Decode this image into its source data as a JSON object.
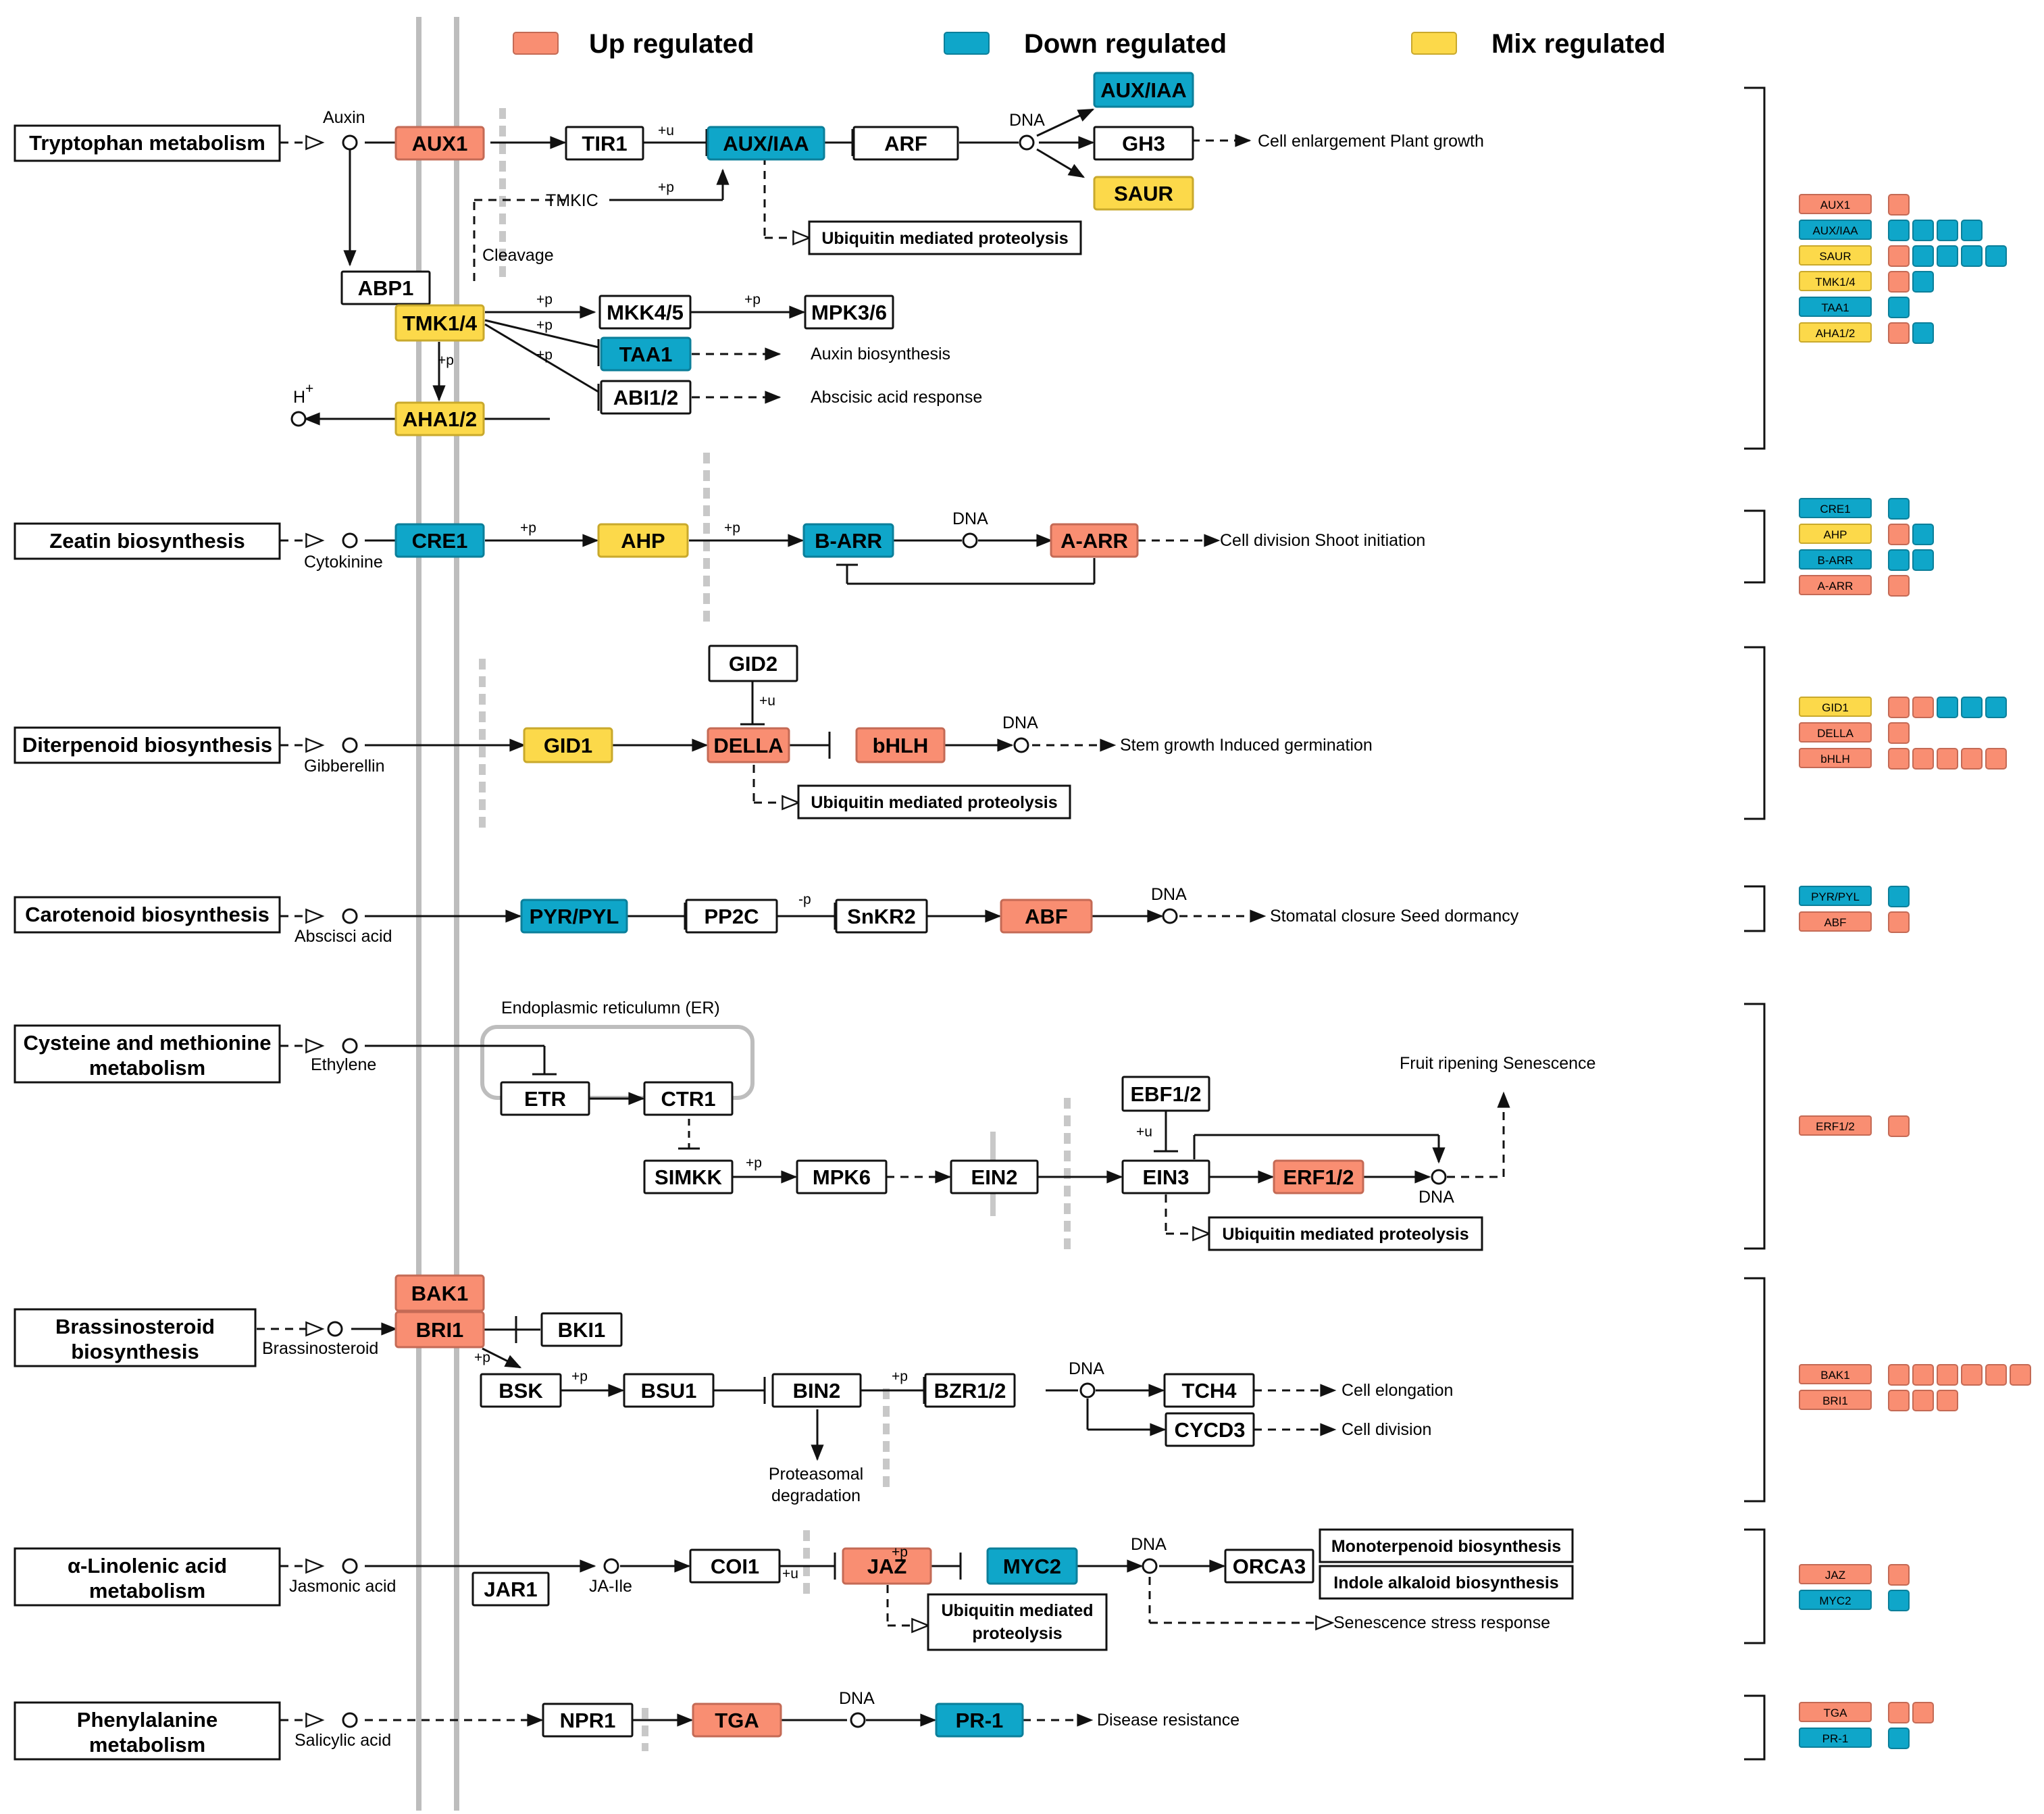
{
  "colors": {
    "up": "#f98e72",
    "down": "#0fa6c9",
    "mix": "#fcd94a",
    "plain": "#ffffff",
    "membrane": "#bdbdbd",
    "stroke": "#111111"
  },
  "legend": {
    "up": "Up regulated",
    "down": "Down regulated",
    "mix": "Mix regulated"
  },
  "pathways": {
    "tryptophan": "Tryptophan metabolism",
    "zeatin": "Zeatin biosynthesis",
    "diterpenoid": "Diterpenoid biosynthesis",
    "carotenoid": "Carotenoid biosynthesis",
    "cysteine_1": "Cysteine and methionine",
    "cysteine_2": "metabolism",
    "brassino_1": "Brassinosteroid",
    "brassino_2": "biosynthesis",
    "linolenic_1": "α-Linolenic acid",
    "linolenic_2": "metabolism",
    "phenyl_1": "Phenylalanine",
    "phenyl_2": "metabolism"
  },
  "nodes": {
    "aux1": "AUX1",
    "tir1": "TIR1",
    "auxiaa": "AUX/IAA",
    "arf": "ARF",
    "auxiaa2": "AUX/IAA",
    "gh3": "GH3",
    "saur": "SAUR",
    "abp1": "ABP1",
    "tmk14": "TMK1/4",
    "mkk45": "MKK4/5",
    "mpk36": "MPK3/6",
    "taa1": "TAA1",
    "abi12": "ABI1/2",
    "aha12": "AHA1/2",
    "cre1": "CRE1",
    "ahp": "AHP",
    "barr": "B-ARR",
    "aarr": "A-ARR",
    "gid2": "GID2",
    "gid1": "GID1",
    "della": "DELLA",
    "bhlh": "bHLH",
    "pyrpyl": "PYR/PYL",
    "pp2c": "PP2C",
    "snkr2": "SnKR2",
    "abf": "ABF",
    "etr": "ETR",
    "ctr1": "CTR1",
    "simkk": "SIMKK",
    "mpk6": "MPK6",
    "ein2": "EIN2",
    "ebf12": "EBF1/2",
    "ein3": "EIN3",
    "erf12": "ERF1/2",
    "bak1": "BAK1",
    "bri1": "BRI1",
    "bki1": "BKI1",
    "bsk": "BSK",
    "bsu1": "BSU1",
    "bin2": "BIN2",
    "bzr12": "BZR1/2",
    "tch4": "TCH4",
    "cycd3": "CYCD3",
    "jar1": "JAR1",
    "coi1": "COI1",
    "jaz": "JAZ",
    "myc2": "MYC2",
    "orca3": "ORCA3",
    "npr1": "NPR1",
    "tga": "TGA",
    "pr1": "PR-1"
  },
  "outcome_boxes": {
    "ubq1": "Ubiquitin mediated proteolysis",
    "ubq2": "Ubiquitin mediated proteolysis",
    "ubq3": "Ubiquitin mediated proteolysis",
    "ubq4_1": "Ubiquitin mediated",
    "ubq4_2": "proteolysis",
    "mono": "Monoterpenoid biosynthesis",
    "indole": "Indole alkaloid biosynthesis"
  },
  "labels": {
    "auxin": "Auxin",
    "cytokinine": "Cytokinine",
    "gibberellin": "Gibberellin",
    "abscisci": "Abscisci acid",
    "ethylene": "Ethylene",
    "brassinosteroid": "Brassinosteroid",
    "jasmonic": "Jasmonic acid",
    "salicylic": "Salicylic acid",
    "jaile": "JA-Ile",
    "hplus": "H",
    "hplus_sup": "+",
    "tmkic": "TMKIC",
    "cleavage": "Cleavage",
    "er": "Endoplasmic reticulumn (ER)",
    "proteasomal_1": "Proteasomal",
    "proteasomal_2": "degradation",
    "dna": "DNA",
    "plus_u": "+u",
    "plus_p": "+p",
    "minus_p": "-p",
    "cell_enlargement": "Cell enlargement Plant growth",
    "auxin_bio": "Auxin biosynthesis",
    "abscisic_resp": "Abscisic acid response",
    "cell_division_shoot": "Cell division Shoot initiation",
    "stem_growth": "Stem growth Induced germination",
    "stomatal": "Stomatal closure Seed dormancy",
    "fruit": "Fruit ripening Senescence",
    "cell_elongation": "Cell elongation",
    "cell_division": "Cell division",
    "senescence": "Senescence stress response",
    "disease": "Disease resistance"
  },
  "side_panel": [
    {
      "group": "tryptophan",
      "rows": [
        {
          "label": "AUX1",
          "color": "up",
          "counts": [
            "up"
          ]
        },
        {
          "label": "AUX/IAA",
          "color": "down",
          "counts": [
            "down",
            "down",
            "down",
            "down"
          ]
        },
        {
          "label": "SAUR",
          "color": "mix",
          "counts": [
            "up",
            "down",
            "down",
            "down",
            "down"
          ]
        },
        {
          "label": "TMK1/4",
          "color": "mix",
          "counts": [
            "up",
            "down"
          ]
        },
        {
          "label": "TAA1",
          "color": "down",
          "counts": [
            "down"
          ]
        },
        {
          "label": "AHA1/2",
          "color": "mix",
          "counts": [
            "up",
            "down"
          ]
        }
      ]
    },
    {
      "group": "zeatin",
      "rows": [
        {
          "label": "CRE1",
          "color": "down",
          "counts": [
            "down"
          ]
        },
        {
          "label": "AHP",
          "color": "mix",
          "counts": [
            "up",
            "down"
          ]
        },
        {
          "label": "B-ARR",
          "color": "down",
          "counts": [
            "down",
            "down"
          ]
        },
        {
          "label": "A-ARR",
          "color": "up",
          "counts": [
            "up"
          ]
        }
      ]
    },
    {
      "group": "diterpenoid",
      "rows": [
        {
          "label": "GID1",
          "color": "mix",
          "counts": [
            "up",
            "up",
            "down",
            "down",
            "down"
          ]
        },
        {
          "label": "DELLA",
          "color": "up",
          "counts": [
            "up"
          ]
        },
        {
          "label": "bHLH",
          "color": "up",
          "counts": [
            "up",
            "up",
            "up",
            "up",
            "up"
          ]
        }
      ]
    },
    {
      "group": "carotenoid",
      "rows": [
        {
          "label": "PYR/PYL",
          "color": "down",
          "counts": [
            "down"
          ]
        },
        {
          "label": "ABF",
          "color": "up",
          "counts": [
            "up"
          ]
        }
      ]
    },
    {
      "group": "cysteine",
      "rows": [
        {
          "label": "ERF1/2",
          "color": "up",
          "counts": [
            "up"
          ]
        }
      ]
    },
    {
      "group": "brassino",
      "rows": [
        {
          "label": "BAK1",
          "color": "up",
          "counts": [
            "up",
            "up",
            "up",
            "up",
            "up",
            "up"
          ]
        },
        {
          "label": "BRI1",
          "color": "up",
          "counts": [
            "up",
            "up",
            "up"
          ]
        }
      ]
    },
    {
      "group": "linolenic",
      "rows": [
        {
          "label": "JAZ",
          "color": "up",
          "counts": [
            "up"
          ]
        },
        {
          "label": "MYC2",
          "color": "down",
          "counts": [
            "down"
          ]
        }
      ]
    },
    {
      "group": "phenyl",
      "rows": [
        {
          "label": "TGA",
          "color": "up",
          "counts": [
            "up",
            "up"
          ]
        },
        {
          "label": "PR-1",
          "color": "down",
          "counts": [
            "down"
          ]
        }
      ]
    }
  ]
}
